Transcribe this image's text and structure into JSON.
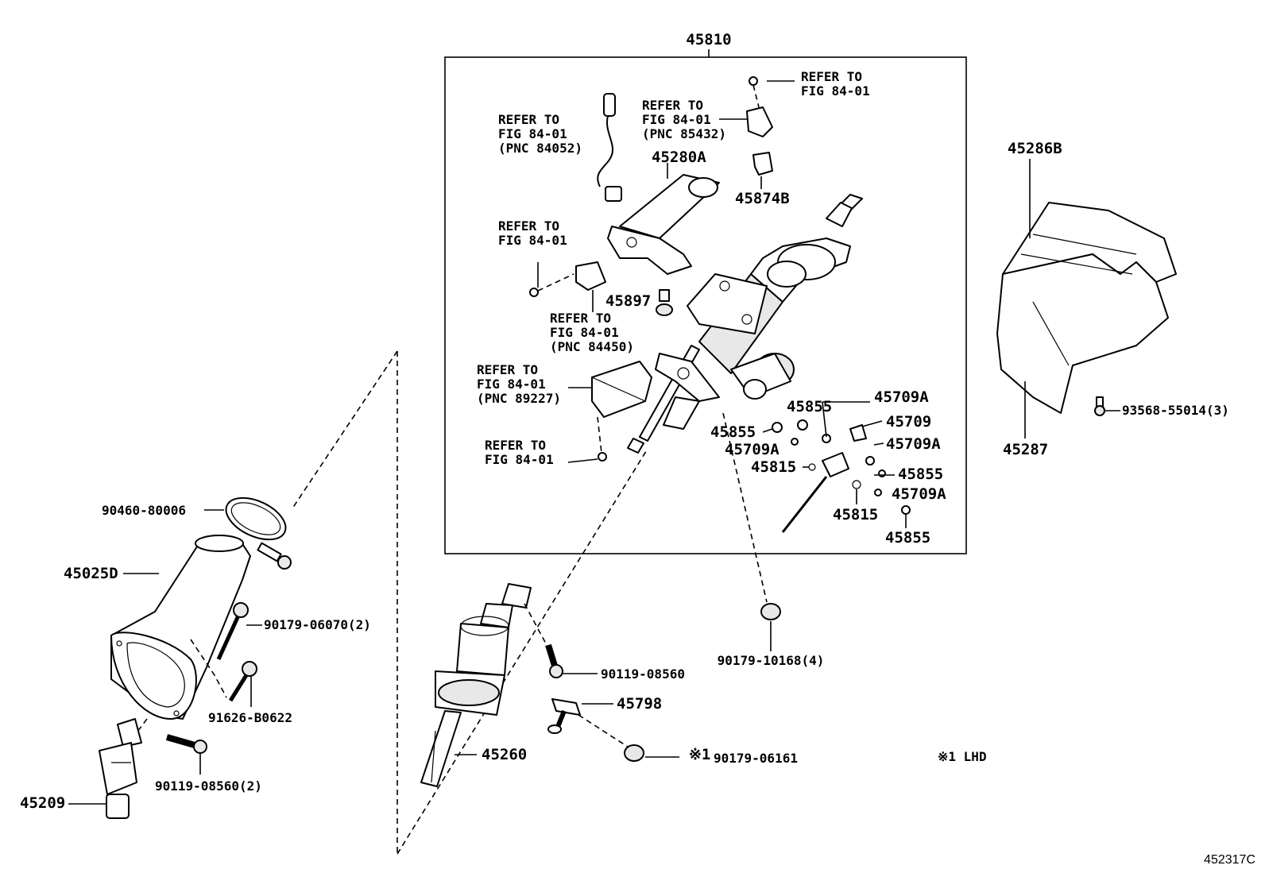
{
  "diagram": {
    "assembly_label": "45810",
    "refer_to": "REFER TO",
    "fig_ref": "FIG 84-01",
    "pnc_84052": "(PNC 84052)",
    "pnc_85432": "(PNC 85432)",
    "pnc_84450": "(PNC 84450)",
    "pnc_89227": "(PNC 89227)",
    "parts": {
      "p45280A": "45280A",
      "p45874B": "45874B",
      "p45897": "45897",
      "p45855_a": "45855",
      "p45855_b": "45855",
      "p45855_c": "45855",
      "p45855_d": "45855",
      "p45709A_a": "45709A",
      "p45709A_b": "45709A",
      "p45709A_c": "45709A",
      "p45709A_d": "45709A",
      "p45709": "45709",
      "p45815_a": "45815",
      "p45815_b": "45815",
      "p45286B": "45286B",
      "p45287": "45287",
      "p93568": "93568-55014(3)",
      "p90460": "90460-80006",
      "p45025D": "45025D",
      "p90179_06070": "90179-06070(2)",
      "p91626": "91626-B0622",
      "p90119_2": "90119-08560(2)",
      "p45209": "45209",
      "p90119": "90119-08560",
      "p45798": "45798",
      "p45260": "45260",
      "p90179_10168": "90179-10168(4)",
      "note_mark": "※1",
      "p90179_06161": "90179-06161",
      "note_lhd": "※1 LHD"
    },
    "figure_code": "452317C"
  }
}
